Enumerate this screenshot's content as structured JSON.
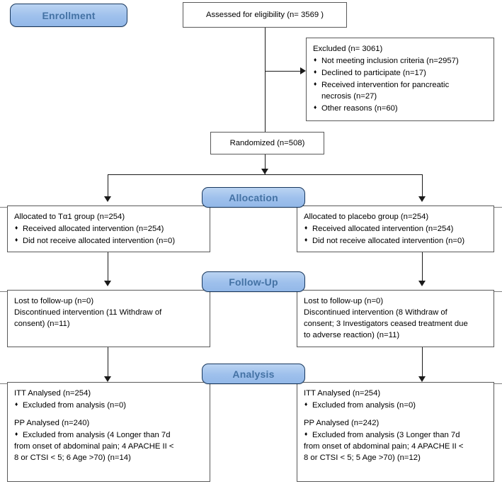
{
  "diagram": {
    "title": "CONSORT participant flow diagram",
    "accent_blue_fill": "#9EC0EC",
    "accent_blue_text": "#4472A4",
    "accent_blue_border": "#17375E",
    "box_border": "#595959"
  },
  "stages": {
    "enrollment": "Enrollment",
    "allocation": "Allocation",
    "followup": "Follow-Up",
    "analysis": "Analysis"
  },
  "assessed": {
    "text": "Assessed for eligibility (n= 3569 )"
  },
  "excluded": {
    "header": "Excluded  (n= 3061)",
    "items": [
      "Not meeting inclusion criteria (n=2957)",
      "Declined to participate (n=17)",
      "Received intervention for pancreatic",
      "Other reasons (n=60)"
    ],
    "continuation": "necrosis (n=27)"
  },
  "randomized": {
    "text": "Randomized (n=508)"
  },
  "allocation_left": {
    "header": "Allocated to Tα1 group (n=254)",
    "items": [
      "Received allocated intervention (n=254)",
      "Did not receive allocated intervention (n=0)"
    ]
  },
  "allocation_right": {
    "header": "Allocated to placebo group (n=254)",
    "items": [
      "Received allocated intervention (n=254)",
      "Did not receive allocated intervention (n=0)"
    ]
  },
  "followup_left": {
    "line1": "Lost to follow-up (n=0)",
    "line2": "Discontinued intervention (11 Withdraw of",
    "line3": "consent) (n=11)",
    "line4": ""
  },
  "followup_right": {
    "line1": "Lost to follow-up (n=0)",
    "line2": "Discontinued intervention (8 Withdraw of",
    "line3": "consent; 3 Investigators ceased treatment due",
    "line4": "to adverse reaction) (n=11)"
  },
  "analysis_left": {
    "itt_header": "ITT Analysed  (n=254)",
    "itt_item": "Excluded from analysis (n=0)",
    "pp_header": "PP Analysed  (n=240)",
    "pp_item_line1": "Excluded from analysis (4 Longer than 7d",
    "pp_item_line2": "from onset of abdominal pain; 4 APACHE II <",
    "pp_item_line3": "8 or CTSI < 5;  6 Age >70) (n=14)"
  },
  "analysis_right": {
    "itt_header": "ITT Analysed  (n=254)",
    "itt_item": "Excluded from analysis (n=0)",
    "pp_header": "PP Analysed  (n=242)",
    "pp_item_line1": "Excluded from analysis (3 Longer than 7d",
    "pp_item_line2": "from onset of abdominal pain; 4 APACHE II <",
    "pp_item_line3": "8 or CTSI < 5;  5 Age >70) (n=12)"
  }
}
